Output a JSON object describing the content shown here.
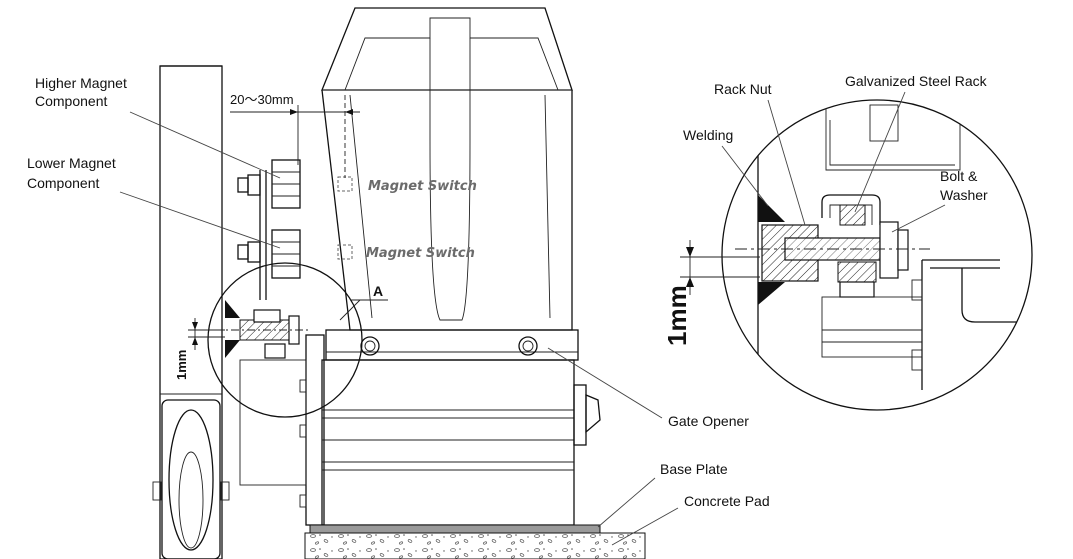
{
  "labels": {
    "higher_magnet_1": "Higher Magnet",
    "higher_magnet_2": "Component",
    "lower_magnet_1": "Lower Magnet",
    "lower_magnet_2": "Component",
    "gap_dimension": "20～30mm",
    "magnet_switch_upper": "Magnet Switch",
    "magnet_switch_lower": "Magnet Switch",
    "detail_marker": "A",
    "one_mm_small": "1mm",
    "gate_opener": "Gate Opener",
    "base_plate": "Base Plate",
    "concrete_pad": "Concrete Pad"
  },
  "detail": {
    "rack_nut": "Rack Nut",
    "galvanized_steel_rack": "Galvanized Steel Rack",
    "welding": "Welding",
    "bolt_washer_1": "Bolt &",
    "bolt_washer_2": "Washer",
    "one_mm_large": "1mm"
  }
}
